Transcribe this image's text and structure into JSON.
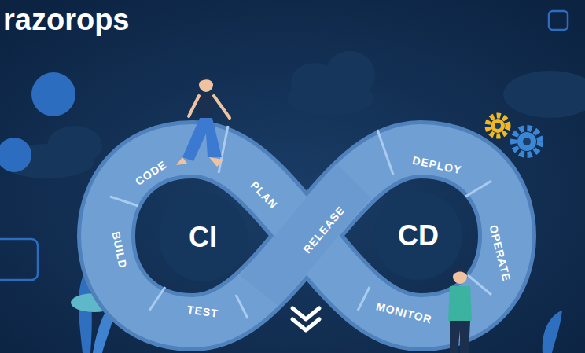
{
  "diagram": {
    "nodes": [
      {
        "text": [
          "CI"
        ]
      },
      {
        "text": [
          "CD"
        ]
      }
    ],
    "labels": [
      "razorops",
      "CODE",
      "BUILD",
      "TEST",
      "PLAN",
      "RELEASE",
      "DEPLOY",
      "OPERATE",
      "MONITOR"
    ]
  }
}
